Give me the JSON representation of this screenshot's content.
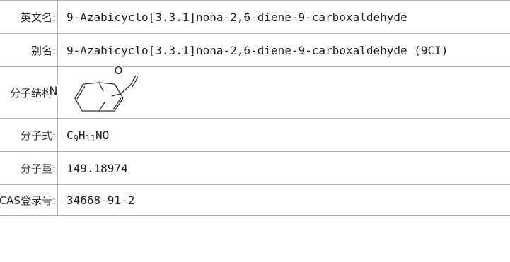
{
  "rows": [
    {
      "label": "英文名:",
      "value": "9-Azabicyclo[3.3.1]nona-2,6-diene-9-carboxaldehyde"
    },
    {
      "label": "别名:",
      "value": "9-Azabicyclo[3.3.1]nona-2,6-diene-9-carboxaldehyde (9CI)"
    },
    {
      "label": "分子结构:",
      "structure": {
        "atom_n": "N",
        "atom_o": "O"
      }
    },
    {
      "label": "分子式:",
      "formula": {
        "c": "C",
        "c_n": "9",
        "h": "H",
        "h_n": "11",
        "rest": "NO"
      }
    },
    {
      "label": "分子量:",
      "value": "149.18974"
    },
    {
      "label": "CAS登录号:",
      "value": "34668-91-2"
    }
  ]
}
